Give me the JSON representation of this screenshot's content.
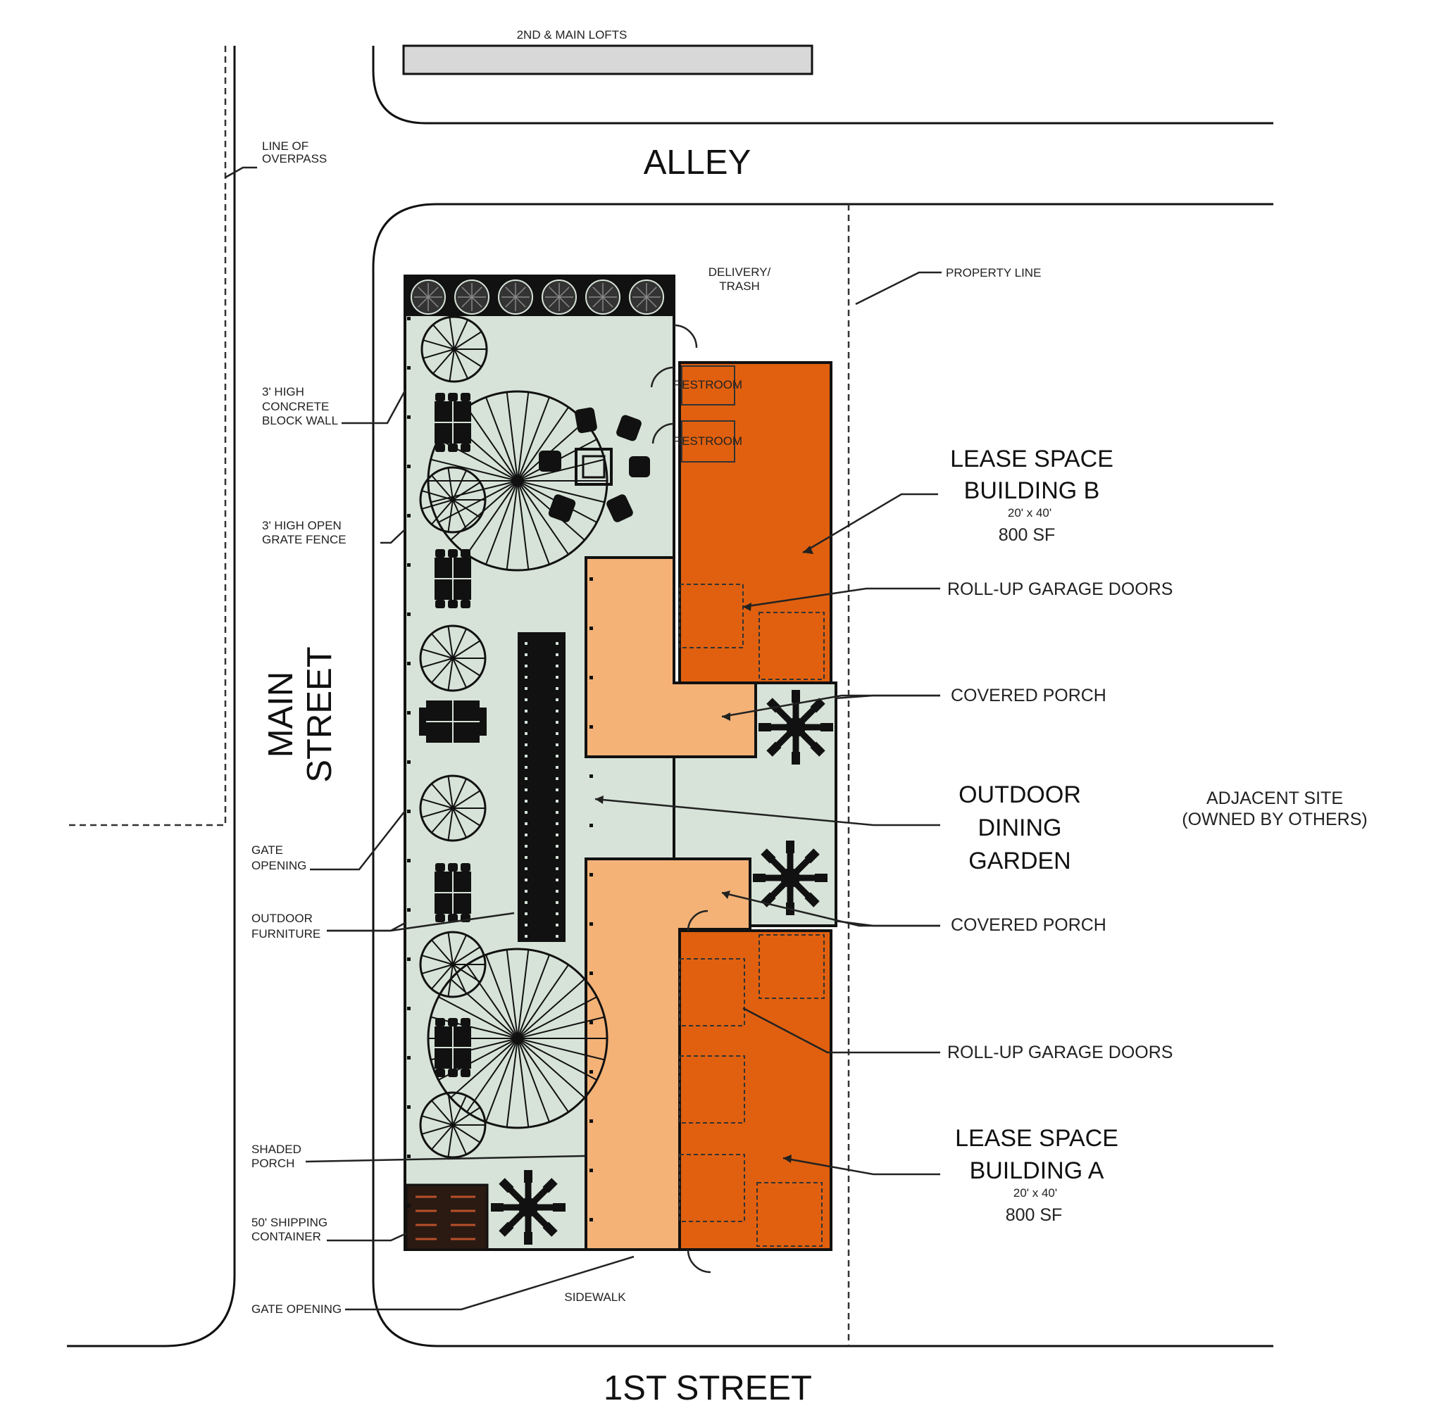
{
  "streets": {
    "alley": "ALLEY",
    "main_line1": "MAIN",
    "main_line2": "STREET",
    "first": "1ST STREET"
  },
  "labels": {
    "lofts": "2ND & MAIN LOFTS",
    "overpass_line1": "LINE OF",
    "overpass_line2": "OVERPASS",
    "wall_line1": "3' HIGH",
    "wall_line2": "CONCRETE",
    "wall_line3": "BLOCK WALL",
    "fence_line1": "3' HIGH OPEN",
    "fence_line2": "GRATE FENCE",
    "gate1_line1": "GATE",
    "gate1_line2": "OPENING",
    "furniture_line1": "OUTDOOR",
    "furniture_line2": "FURNITURE",
    "shaded_line1": "SHADED",
    "shaded_line2": "PORCH",
    "container_line1": "50' SHIPPING",
    "container_line2": "CONTAINER",
    "gate2": "GATE OPENING",
    "sidewalk": "SIDEWALK",
    "delivery_line1": "DELIVERY/",
    "delivery_line2": "TRASH",
    "property_line": "PROPERTY LINE",
    "building_b_line1": "LEASE SPACE",
    "building_b_line2": "BUILDING B",
    "building_b_dims": "20' x 40'",
    "building_b_area": "800 SF",
    "rollup_b": "ROLL-UP GARAGE DOORS",
    "porch_top": "COVERED PORCH",
    "garden_line1": "OUTDOOR",
    "garden_line2": "DINING",
    "garden_line3": "GARDEN",
    "porch_bottom": "COVERED PORCH",
    "rollup_a": "ROLL-UP GARAGE DOORS",
    "building_a_line1": "LEASE SPACE",
    "building_a_line2": "BUILDING A",
    "building_a_dims": "20' x 40'",
    "building_a_area": "800 SF",
    "adjacent_line1": "ADJACENT SITE",
    "adjacent_line2": "(OWNED BY OTHERS)",
    "restroom": "RESTROOM"
  },
  "colors": {
    "garden": "#d7e3d8",
    "building": "#e0600f",
    "porch": "#f4b277",
    "container": "#2a1a12",
    "lofts": "#d8d8d8"
  },
  "icons": [
    "tree-icon",
    "table-set-icon",
    "umbrella-icon",
    "fire-pit-icon",
    "door-swing-icon",
    "planter-icon",
    "communal-table-icon"
  ]
}
